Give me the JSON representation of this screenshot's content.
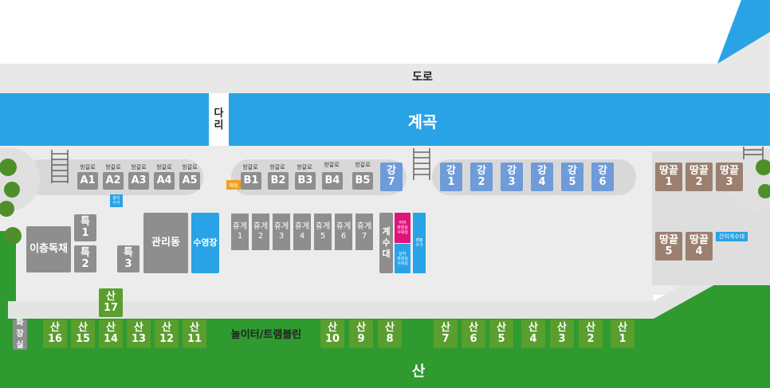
{
  "colors": {
    "water": "#2aa3e6",
    "forest": "#2e9a2f",
    "pavement": "#dcdcdc",
    "site_green": "#5a9e2e",
    "site_blue": "#6f9bd8",
    "site_brown": "#9b8070",
    "building_grey": "#8e8e8e",
    "pink": "#e0147b"
  },
  "labels": {
    "road": "도로",
    "stream": "계곡",
    "bridge": "다\n리",
    "mountain": "산",
    "two_storey": "이층독채",
    "office": "관리동",
    "pool": "수영장",
    "playground": "놀이터/트램블린",
    "toilet": "화장실",
    "stairs_hall": "계\n수\n대",
    "shop": "매점",
    "simple_sink": "간이개수대",
    "pink_box": "여자\n화장실\n샤워실",
    "blue_box": "남자\n화장실\n샤워실",
    "blue_strip": "캠핑\n수거",
    "small_blue": "분리\n수거",
    "bungalow_tag": "방갈로"
  },
  "sites": {
    "a": [
      "A1",
      "A2",
      "A3",
      "A4",
      "A5"
    ],
    "b": [
      "B1",
      "B2",
      "B3",
      "B4",
      "B5"
    ],
    "gang": [
      "강\n7",
      "강\n1",
      "강\n2",
      "강\n3",
      "강\n4",
      "강\n5",
      "강\n6"
    ],
    "ddang": [
      "땅끝\n1",
      "땅끝\n2",
      "땅끝\n3",
      "땅끝\n5",
      "땅끝\n4"
    ],
    "teuk": [
      "특\n1",
      "특\n2",
      "특\n3"
    ],
    "rest": [
      "휴게\n1",
      "휴게\n2",
      "휴게\n3",
      "휴게\n4",
      "휴게\n5",
      "휴게\n6",
      "휴게\n7"
    ],
    "san": [
      "산\n17",
      "산\n16",
      "산\n15",
      "산\n14",
      "산\n13",
      "산\n12",
      "산\n11",
      "산\n10",
      "산\n9",
      "산\n8",
      "산\n7",
      "산\n6",
      "산\n5",
      "산\n4",
      "산\n3",
      "산\n2",
      "산\n1"
    ]
  }
}
